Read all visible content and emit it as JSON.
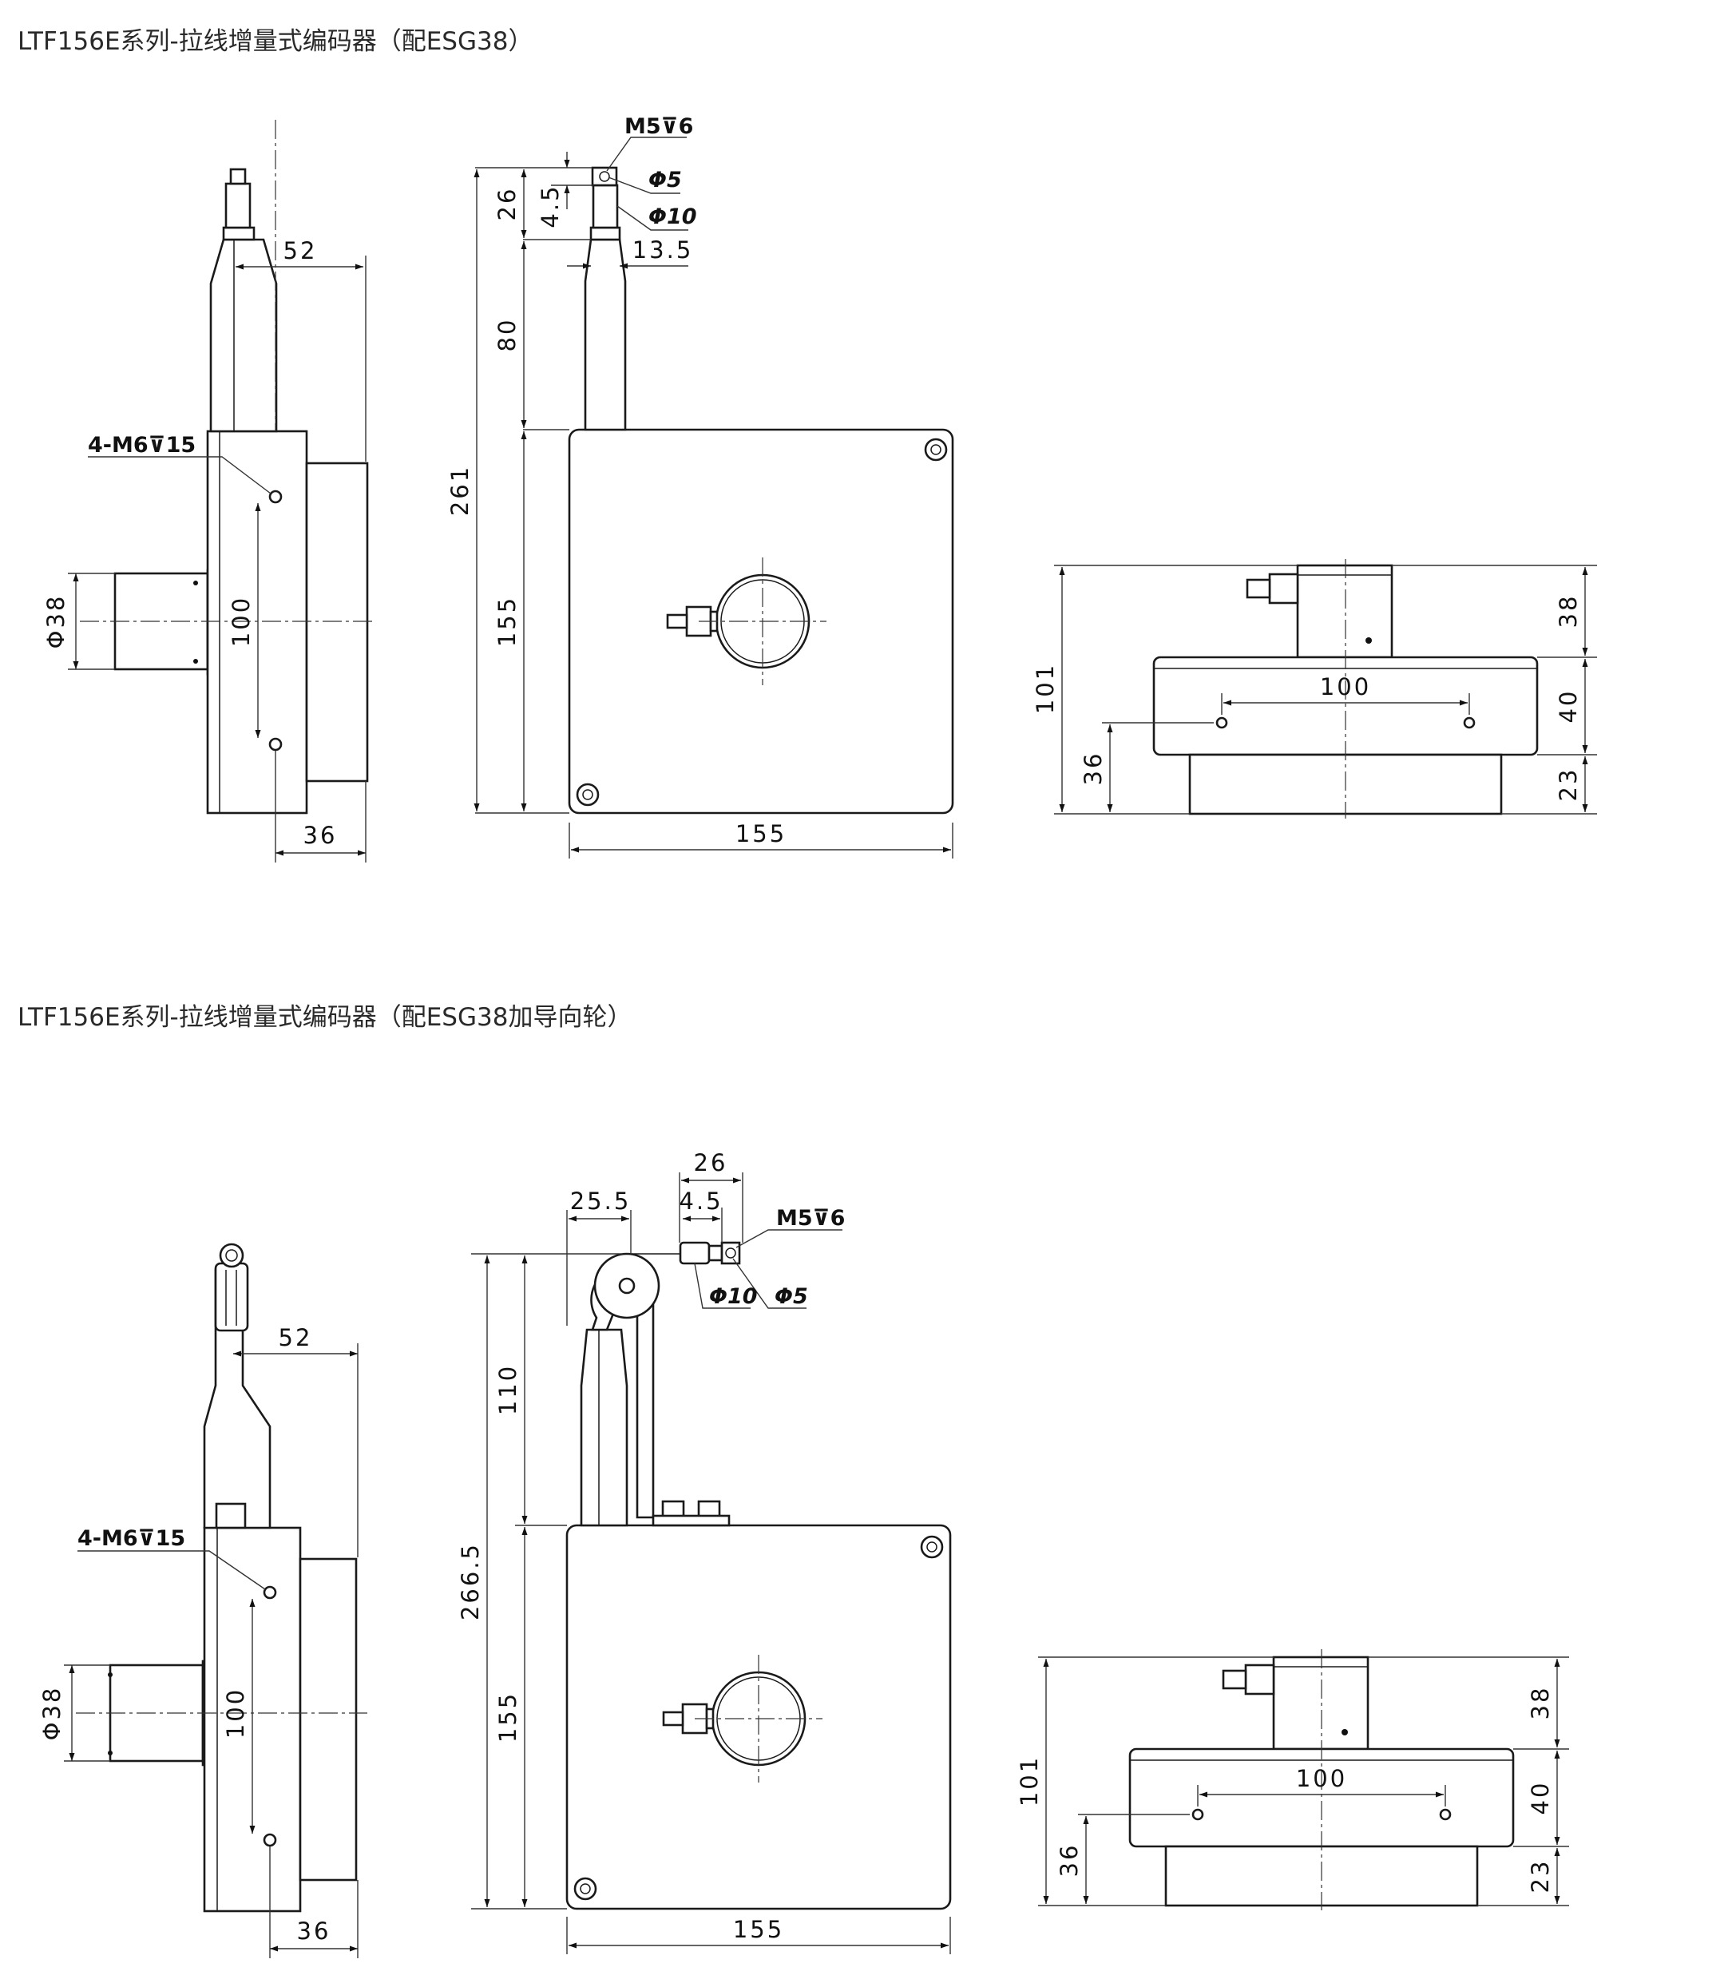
{
  "sections": [
    {
      "title": "LTF156E系列-拉线增量式编码器（配ESG38）",
      "side_view": {
        "d_52": "52",
        "d_36": "36",
        "d_100": "100",
        "d_phi38": "Φ38",
        "holes_label": "4-M6⊽15"
      },
      "front_view": {
        "d_26": "26",
        "d_4_5": "4.5",
        "d_80": "80",
        "d_261": "261",
        "d_155_v": "155",
        "d_155_h": "155",
        "d_13_5": "13.5",
        "d_phi5": "Φ5",
        "d_phi10": "Φ10",
        "thread_label": "M5⊽6"
      },
      "top_view": {
        "d_101": "101",
        "d_36": "36",
        "d_38": "38",
        "d_40": "40",
        "d_23": "23",
        "d_100": "100"
      }
    },
    {
      "title": "LTF156E系列-拉线增量式编码器（配ESG38加导向轮）",
      "side_view": {
        "d_52": "52",
        "d_36": "36",
        "d_100": "100",
        "d_phi38": "Φ38",
        "holes_label": "4-M6⊽15"
      },
      "front_view": {
        "d_25_5": "25.5",
        "d_26": "26",
        "d_4_5": "4.5",
        "d_110": "110",
        "d_266_5": "266.5",
        "d_155_v": "155",
        "d_155_h": "155",
        "d_phi5": "Φ5",
        "d_phi10": "Φ10",
        "thread_label": "M5⊽6"
      },
      "top_view": {
        "d_101": "101",
        "d_36": "36",
        "d_38": "38",
        "d_40": "40",
        "d_23": "23",
        "d_100": "100"
      }
    }
  ]
}
